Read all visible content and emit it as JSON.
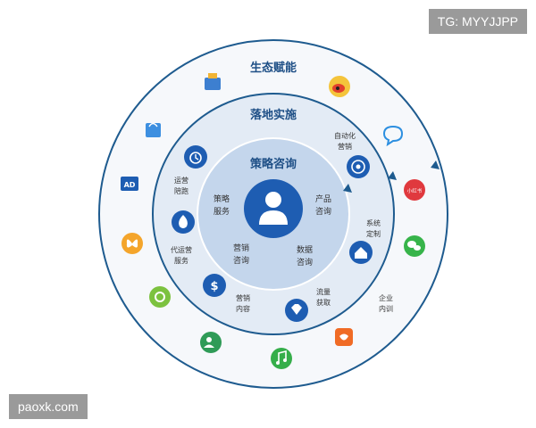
{
  "watermarks": {
    "top": "TG: MYYJJPP",
    "bottom": "paoxk.com"
  },
  "rings": {
    "outer": "生态赋能",
    "middle": "落地实施",
    "inner": "策略咨询"
  },
  "inner_labels": [
    {
      "l1": "策略",
      "l2": "服务"
    },
    {
      "l1": "产品",
      "l2": "咨询"
    },
    {
      "l1": "营销",
      "l2": "咨询"
    },
    {
      "l1": "数据",
      "l2": "咨询"
    }
  ],
  "middle_labels": [
    {
      "l1": "运营",
      "l2": "陪跑"
    },
    {
      "l1": "自动化",
      "l2": "营销"
    },
    {
      "l1": "代运营",
      "l2": "服务"
    },
    {
      "l1": "系统",
      "l2": "定制"
    },
    {
      "l1": "营销",
      "l2": "内容"
    },
    {
      "l1": "流量",
      "l2": "获取"
    },
    {
      "l1": "企业",
      "l2": "内训"
    }
  ],
  "outer_icons": {
    "ad_label": "AD",
    "xhs_label": "小红书"
  },
  "colors": {
    "outer_fill": "#f6f8fb",
    "middle_fill": "#e3ebf5",
    "inner_fill": "#c4d6ec",
    "core": "#1e5db2",
    "ring_line": "#1e5b8f"
  }
}
